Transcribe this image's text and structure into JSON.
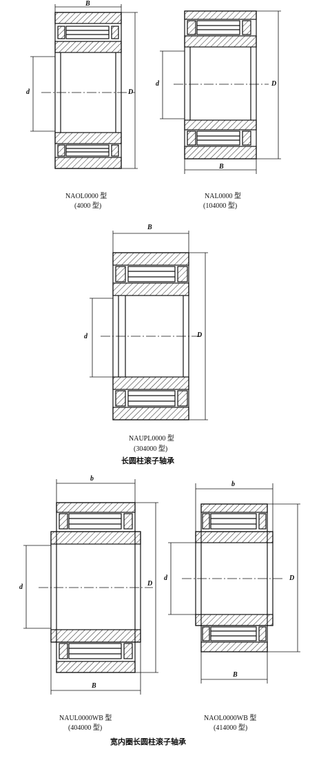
{
  "symbols": {
    "B": "B",
    "b": "b",
    "d": "d",
    "D": "D"
  },
  "bearings": [
    {
      "type": "NAOL0000 型",
      "series": "(4000 型)"
    },
    {
      "type": "NAL0000 型",
      "series": "(104000 型)"
    },
    {
      "type": "NAUPL0000 型",
      "series": "(304000 型)"
    },
    {
      "type": "NAUL0000WB 型",
      "series": "(404000 型)"
    },
    {
      "type": "NAOL0000WB 型",
      "series": "(414000 型)"
    }
  ],
  "captions": {
    "group1": "长圆柱滚子轴承",
    "group2": "宽内圈长圆柱滚子轴承"
  }
}
